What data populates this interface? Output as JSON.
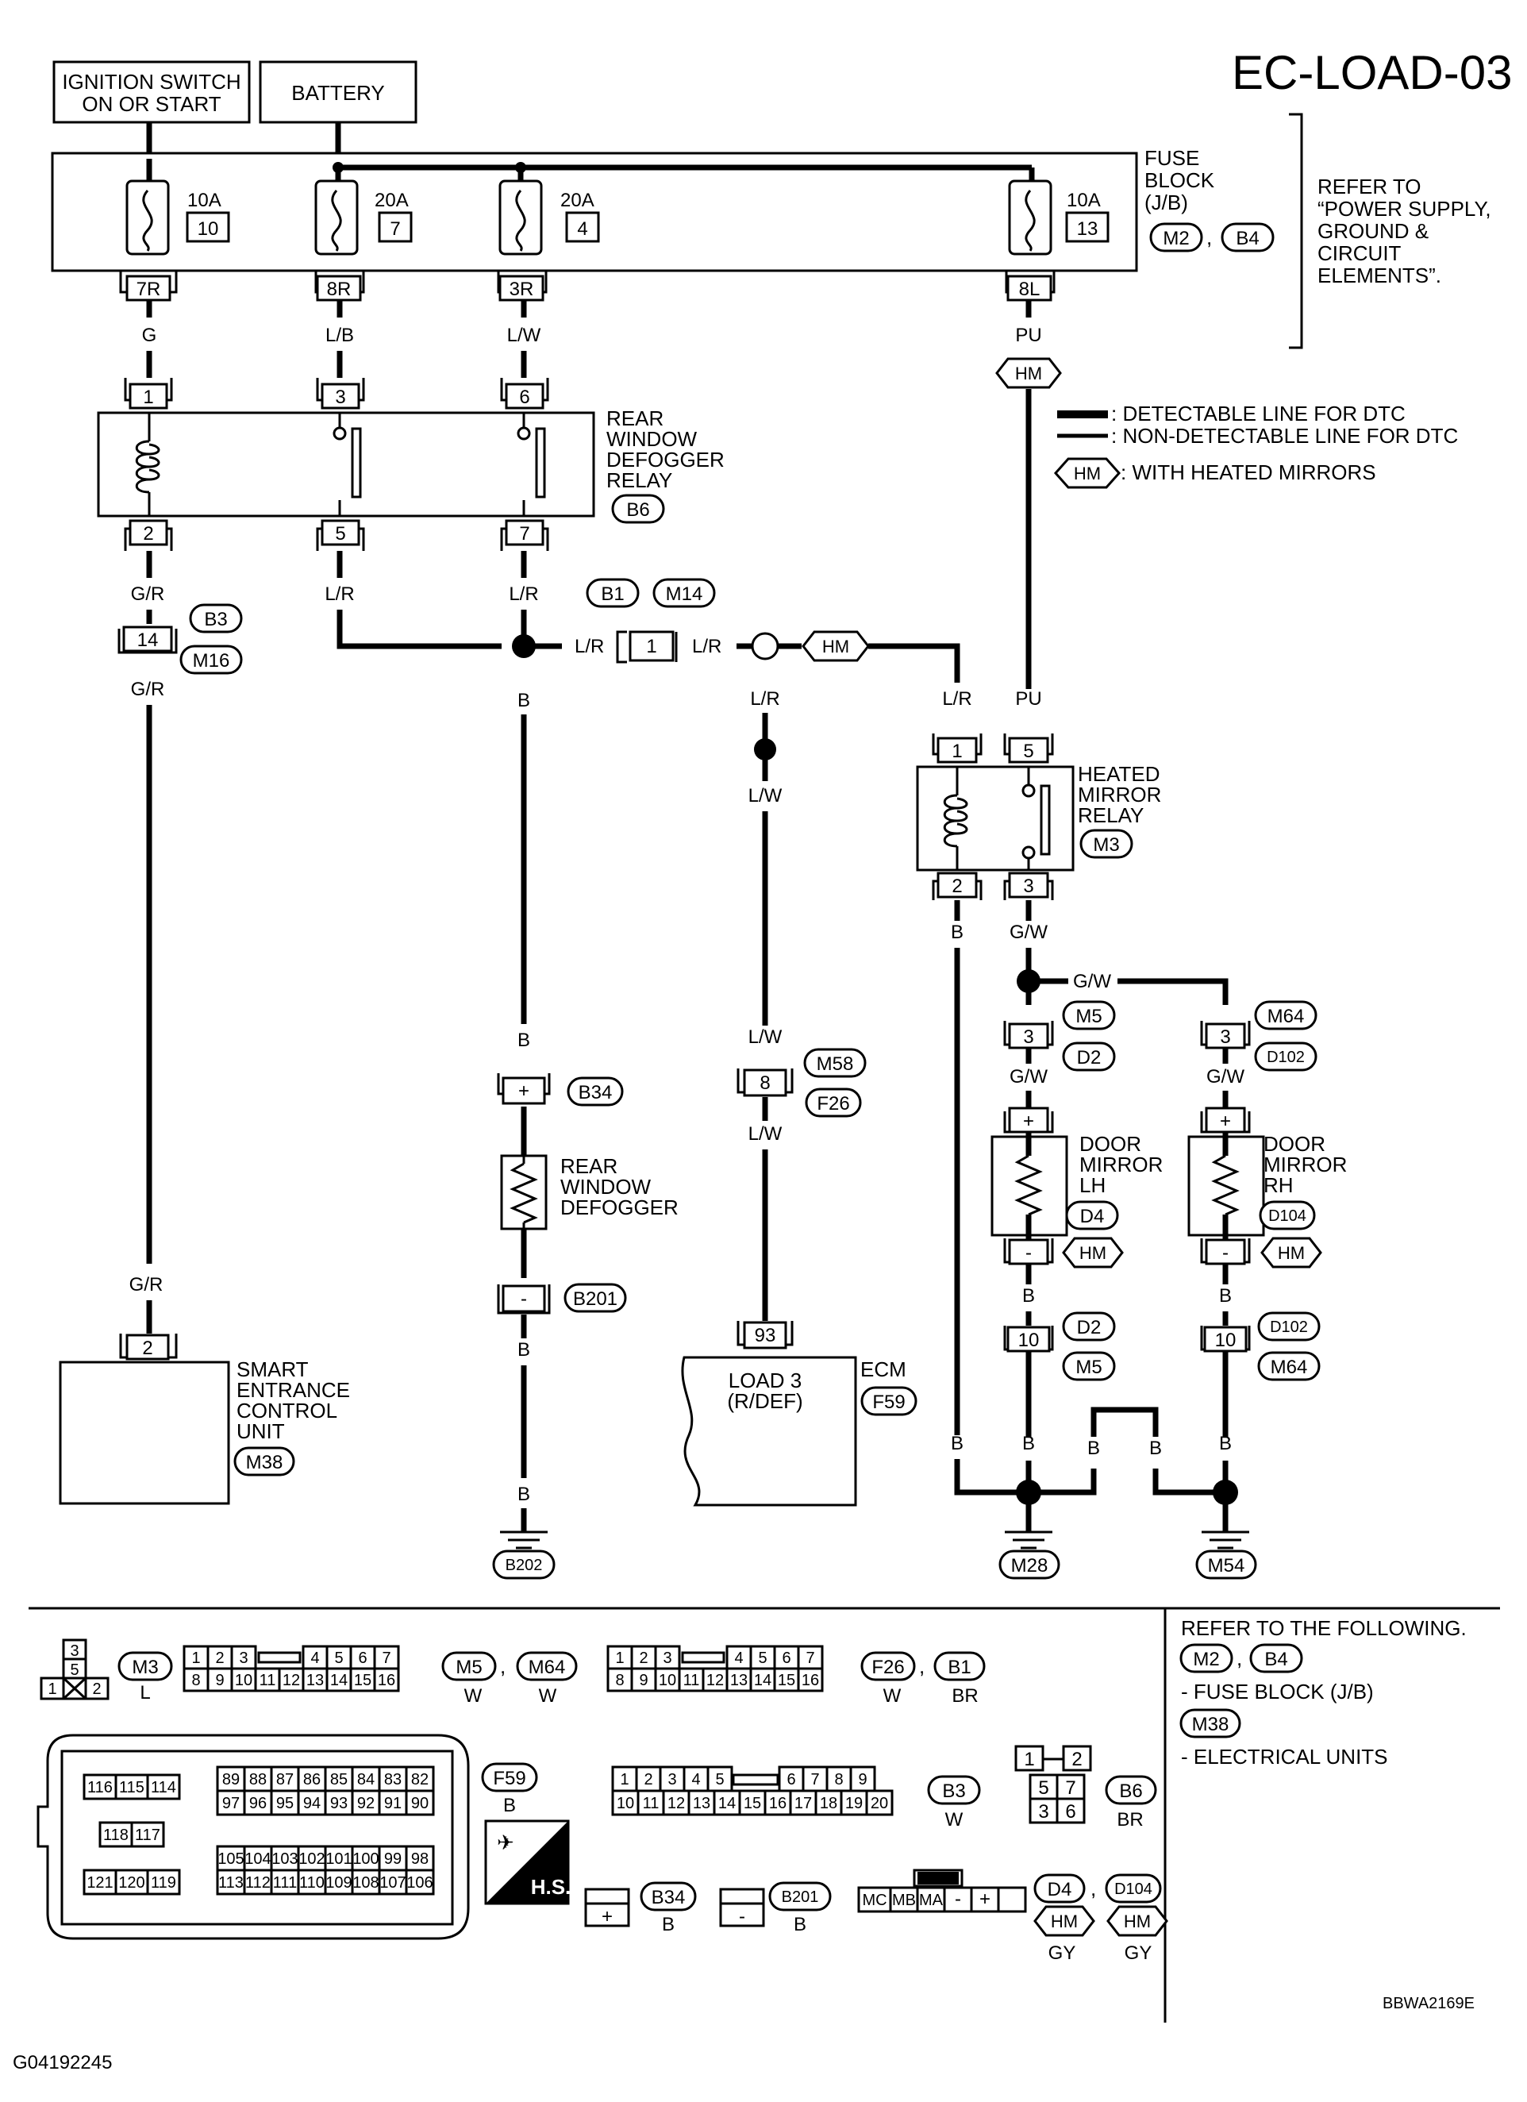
{
  "title": "EC-LOAD-03",
  "sources": {
    "ignition": [
      "IGNITION SWITCH",
      "ON OR START"
    ],
    "battery": "BATTERY"
  },
  "fuse_block": {
    "label": [
      "FUSE",
      "BLOCK",
      "(J/B)"
    ],
    "connectors": [
      "M2",
      "B4"
    ],
    "fuses": [
      {
        "amp": "10A",
        "num": "10",
        "terminal": "7R",
        "wire": "G"
      },
      {
        "amp": "20A",
        "num": "7",
        "terminal": "8R",
        "wire": "L/B"
      },
      {
        "amp": "20A",
        "num": "4",
        "terminal": "3R",
        "wire": "L/W"
      },
      {
        "amp": "10A",
        "num": "13",
        "terminal": "8L",
        "wire": "PU"
      }
    ],
    "refer": [
      "REFER TO",
      "“POWER SUPPLY,",
      "GROUND &",
      "CIRCUIT",
      "ELEMENTS”."
    ]
  },
  "legend": {
    "detectable": ": DETECTABLE LINE FOR DTC",
    "non_detectable": ": NON-DETECTABLE LINE FOR DTC",
    "hm": "HM",
    "hm_text": ": WITH HEATED MIRRORS"
  },
  "rear_defogger_relay": {
    "label": [
      "REAR",
      "WINDOW",
      "DEFOGGER",
      "RELAY"
    ],
    "connector": "B6",
    "pins_top": [
      "1",
      "3",
      "6"
    ],
    "pins_bottom": [
      "2",
      "5",
      "7"
    ]
  },
  "wires": {
    "gr": "G/R",
    "lr": "L/R",
    "b": "B",
    "lw": "L/W",
    "pu": "PU",
    "gw": "G/W"
  },
  "joint": {
    "pin": "1",
    "connectors": [
      "B1",
      "M14"
    ]
  },
  "conn_14": {
    "pin": "14",
    "connectors": [
      "B3",
      "M16"
    ]
  },
  "heated_mirror_relay": {
    "label": [
      "HEATED",
      "MIRROR",
      "RELAY"
    ],
    "connector": "M3",
    "pins_top": [
      "1",
      "5"
    ],
    "pins_bottom": [
      "2",
      "3"
    ]
  },
  "rear_defogger": {
    "label": [
      "REAR",
      "WINDOW",
      "DEFOGGER"
    ],
    "plus": "+",
    "minus": "-",
    "conn_top": "B34",
    "conn_bottom": "B201"
  },
  "conn_8": {
    "pin": "8",
    "connectors": [
      "M58",
      "F26"
    ]
  },
  "door_mirror_lh": {
    "label": [
      "DOOR",
      "MIRROR",
      "LH"
    ],
    "connector": "D4",
    "pin_top": "3",
    "conn_top": [
      "M5",
      "D2"
    ],
    "pin_bottom": "10",
    "conn_bottom": [
      "D2",
      "M5"
    ]
  },
  "door_mirror_rh": {
    "label": [
      "DOOR",
      "MIRROR",
      "RH"
    ],
    "connector": "D104",
    "pin_top": "3",
    "conn_top": [
      "M64",
      "D102"
    ],
    "pin_bottom": "10",
    "conn_bottom": [
      "D102",
      "M64"
    ]
  },
  "smart_entrance": {
    "label": [
      "SMART",
      "ENTRANCE",
      "CONTROL",
      "UNIT"
    ],
    "connector": "M38",
    "pin": "2"
  },
  "ecm": {
    "label": "ECM",
    "connector": "F59",
    "pin": "93",
    "body": [
      "LOAD 3",
      "(R/DEF)"
    ]
  },
  "grounds": [
    "B202",
    "M28",
    "M54"
  ],
  "connector_views": {
    "m3": {
      "pins": [
        "3",
        "5",
        "1",
        "2"
      ],
      "id": "M3",
      "color": "L"
    },
    "m5": {
      "row1": [
        "1",
        "2",
        "3",
        "4",
        "5",
        "6",
        "7"
      ],
      "row2": [
        "8",
        "9",
        "10",
        "11",
        "12",
        "13",
        "14",
        "15",
        "16"
      ],
      "ids": [
        "M5",
        "M64"
      ],
      "colors": [
        "W",
        "W"
      ]
    },
    "f26": {
      "row1": [
        "1",
        "2",
        "3",
        "4",
        "5",
        "6",
        "7"
      ],
      "row2": [
        "8",
        "9",
        "10",
        "11",
        "12",
        "13",
        "14",
        "15",
        "16"
      ],
      "ids": [
        "F26",
        "B1"
      ],
      "colors": [
        "W",
        "BR"
      ]
    },
    "ecm": {
      "left": [
        [
          "116",
          "115",
          "114"
        ],
        [
          "118",
          "117"
        ],
        [
          "121",
          "120",
          "119"
        ]
      ],
      "r1": [
        "89",
        "88",
        "87",
        "86",
        "85",
        "84",
        "83",
        "82"
      ],
      "r2": [
        "97",
        "96",
        "95",
        "94",
        "93",
        "92",
        "91",
        "90"
      ],
      "r3": [
        "105",
        "104",
        "103",
        "102",
        "101",
        "100",
        "99",
        "98"
      ],
      "r4": [
        "113",
        "112",
        "111",
        "110",
        "109",
        "108",
        "107",
        "106"
      ],
      "id": "F59",
      "color": "B",
      "hs": "H.S."
    },
    "b3": {
      "row1": [
        "1",
        "2",
        "3",
        "4",
        "5",
        "6",
        "7",
        "8",
        "9"
      ],
      "row2": [
        "10",
        "11",
        "12",
        "13",
        "14",
        "15",
        "16",
        "17",
        "18",
        "19",
        "20"
      ],
      "id": "B3",
      "color": "W"
    },
    "b6": {
      "pins": [
        "1",
        "2",
        "5",
        "7",
        "3",
        "6"
      ],
      "id": "B6",
      "color": "BR"
    },
    "b34": {
      "pin": "+",
      "id": "B34",
      "color": "B"
    },
    "b201": {
      "pin": "-",
      "id": "B201",
      "color": "B"
    },
    "d4": {
      "pins": [
        "MC",
        "MB",
        "MA",
        "-",
        "+"
      ],
      "ids": [
        "D4",
        "D104"
      ],
      "hm": [
        "HM",
        "HM"
      ],
      "colors": [
        "GY",
        "GY"
      ]
    }
  },
  "refer_following": {
    "title": "REFER TO THE FOLLOWING.",
    "items": [
      {
        "conns": [
          "M2",
          "B4"
        ],
        "text": "- FUSE BLOCK (J/B)"
      },
      {
        "conns": [
          "M38"
        ],
        "text": "- ELECTRICAL UNITS"
      }
    ]
  },
  "code_left": "G04192245",
  "code_right": "BBWA2169E"
}
